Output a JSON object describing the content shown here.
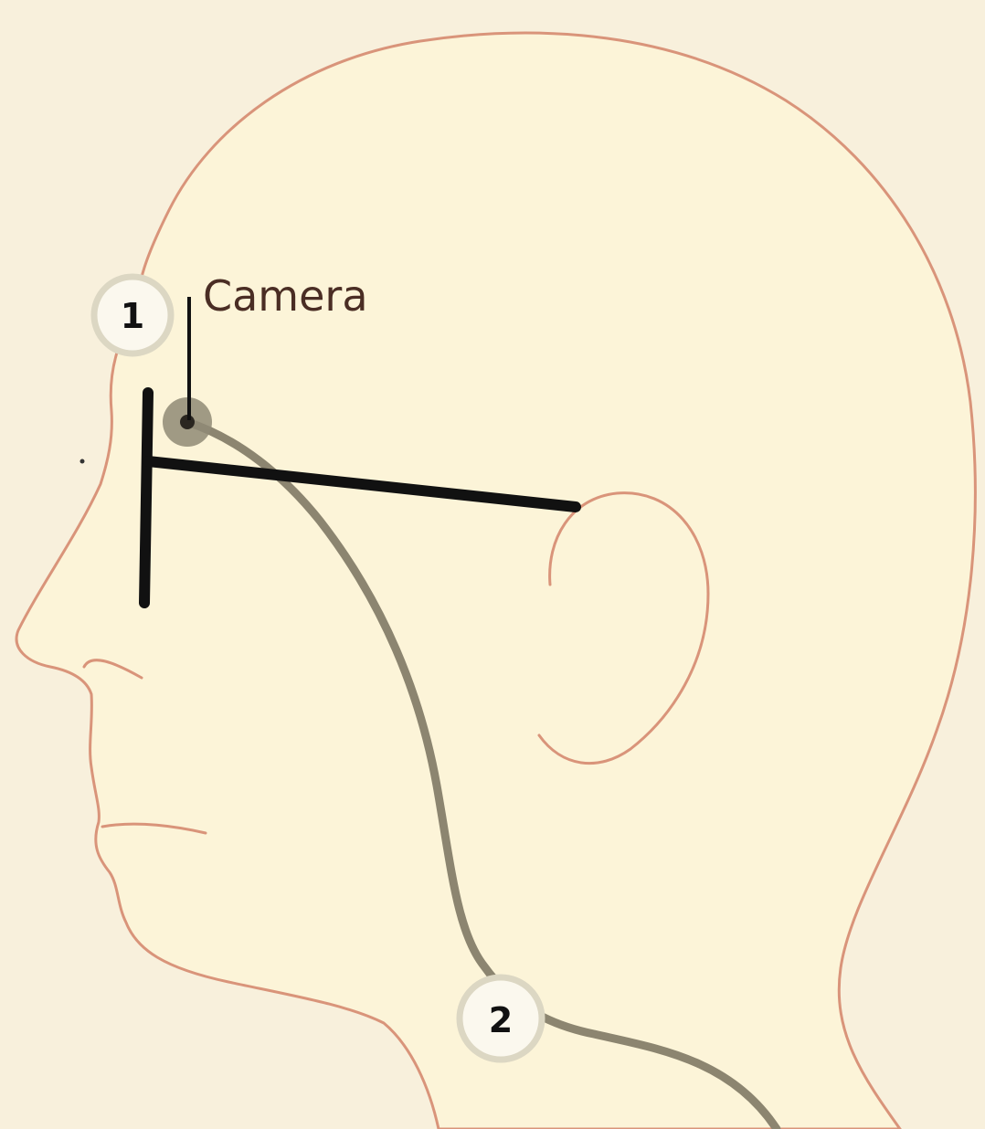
{
  "labels": {
    "camera": "Camera"
  },
  "markers": [
    {
      "number": "1"
    },
    {
      "number": "2"
    }
  ],
  "colors": {
    "background": "#f8f0dc",
    "skin_fill": "#fcf4d8",
    "head_outline": "#d9947a",
    "glasses_frame": "#111111",
    "cable": "#8c8570",
    "camera_lens": "#8f8a76",
    "marker_fill": "#fbf8ee",
    "marker_ring": "#dcd7c3",
    "label_text": "#4a2d24"
  }
}
